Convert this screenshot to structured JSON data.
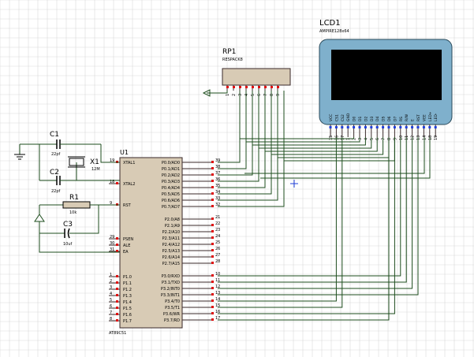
{
  "colors": {
    "grid": "#d9d9d9",
    "wire": "#1d4d1d",
    "chip_body": "#d8cbb5",
    "lcd_frame": "#7fb0cc",
    "lcd_screen": "#000000",
    "pin_blue": "#1f3fd8",
    "pin_red": "#e01010"
  },
  "lcd": {
    "ref": "LCD1",
    "part": "AMPIRE128x64",
    "pins": [
      "VCC",
      "CS1",
      "CS2",
      "GND",
      "D0",
      "D1",
      "D2",
      "D3",
      "D4",
      "D5",
      "D6",
      "D7",
      "RS",
      "R/W",
      "E",
      "RST",
      "VEE",
      "LED+",
      "LED-"
    ],
    "pin_numbers": [
      "15",
      "16",
      "17",
      "1",
      "2",
      "3",
      "4",
      "5",
      "6",
      "7",
      "8",
      "9",
      "10",
      "11",
      "12",
      "13",
      "14",
      "18",
      "19"
    ]
  },
  "rp1": {
    "ref": "RP1",
    "part": "RESPACK8",
    "pins": [
      "1",
      "2",
      "3",
      "4",
      "5",
      "6",
      "7",
      "8",
      "9"
    ]
  },
  "u1": {
    "ref": "U1",
    "part": "AT89C51",
    "left_top": [
      {
        "num": "19",
        "name": "XTAL1"
      },
      {
        "num": "18",
        "name": "XTAL2"
      },
      {
        "num": "9",
        "name": "RST"
      }
    ],
    "left_ctrl": [
      {
        "num": "29",
        "name": "PSEN"
      },
      {
        "num": "30",
        "name": "ALE"
      },
      {
        "num": "31",
        "name": "EA"
      }
    ],
    "left_p1": [
      {
        "num": "1",
        "name": "P1.0"
      },
      {
        "num": "2",
        "name": "P1.1"
      },
      {
        "num": "3",
        "name": "P1.2"
      },
      {
        "num": "4",
        "name": "P1.3"
      },
      {
        "num": "5",
        "name": "P1.4"
      },
      {
        "num": "6",
        "name": "P1.5"
      },
      {
        "num": "7",
        "name": "P1.6"
      },
      {
        "num": "8",
        "name": "P1.7"
      }
    ],
    "right_p0": [
      {
        "num": "39",
        "name": "P0.0/AD0"
      },
      {
        "num": "38",
        "name": "P0.1/AD1"
      },
      {
        "num": "37",
        "name": "P0.2/AD2"
      },
      {
        "num": "36",
        "name": "P0.3/AD3"
      },
      {
        "num": "35",
        "name": "P0.4/AD4"
      },
      {
        "num": "34",
        "name": "P0.5/AD5"
      },
      {
        "num": "33",
        "name": "P0.6/AD6"
      },
      {
        "num": "32",
        "name": "P0.7/AD7"
      }
    ],
    "right_p2": [
      {
        "num": "21",
        "name": "P2.0/A8"
      },
      {
        "num": "22",
        "name": "P2.1/A9"
      },
      {
        "num": "23",
        "name": "P2.2/A10"
      },
      {
        "num": "24",
        "name": "P2.3/A11"
      },
      {
        "num": "25",
        "name": "P2.4/A12"
      },
      {
        "num": "26",
        "name": "P2.5/A13"
      },
      {
        "num": "27",
        "name": "P2.6/A14"
      },
      {
        "num": "28",
        "name": "P2.7/A15"
      }
    ],
    "right_p3": [
      {
        "num": "10",
        "name": "P3.0/RXD"
      },
      {
        "num": "11",
        "name": "P3.1/TXD"
      },
      {
        "num": "12",
        "name": "P3.2/INT0"
      },
      {
        "num": "13",
        "name": "P3.3/INT1"
      },
      {
        "num": "14",
        "name": "P3.4/T0"
      },
      {
        "num": "15",
        "name": "P3.5/T1"
      },
      {
        "num": "16",
        "name": "P3.6/WR"
      },
      {
        "num": "17",
        "name": "P3.7/RD"
      }
    ]
  },
  "components": {
    "c1": {
      "ref": "C1",
      "value": "22pf"
    },
    "c2": {
      "ref": "C2",
      "value": "22pf"
    },
    "c3": {
      "ref": "C3",
      "value": "10uf"
    },
    "r1": {
      "ref": "R1",
      "value": "10k"
    },
    "x1": {
      "ref": "X1",
      "value": "12M"
    }
  }
}
